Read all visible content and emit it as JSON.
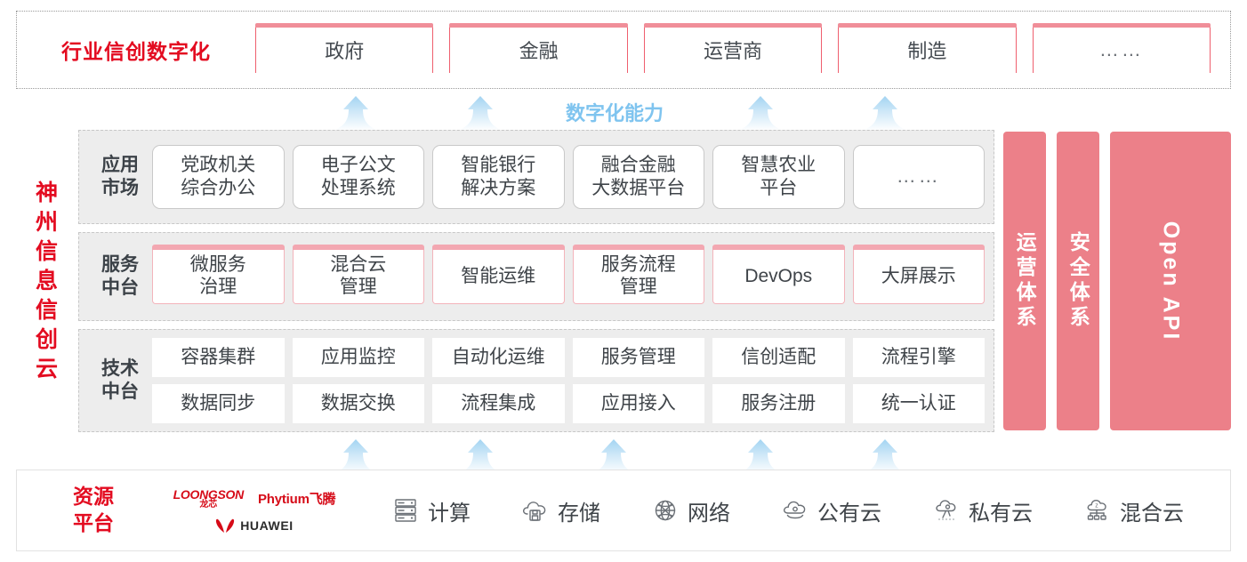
{
  "industry": {
    "title": "行业信创数字化",
    "cards": [
      "政府",
      "金融",
      "运营商",
      "制造",
      "……"
    ]
  },
  "capability": {
    "label": "数字化能力",
    "upper_arrow_count": 4,
    "lower_arrow_count": 5
  },
  "cloud": {
    "vertical_title": [
      "神",
      "州",
      "信",
      "息",
      "信",
      "创",
      "云"
    ],
    "layers": [
      {
        "label": "应用\n市场",
        "label_lines": [
          "应用",
          "市场"
        ],
        "cards": [
          "党政机关\n综合办公",
          "电子公文\n处理系统",
          "智能银行\n解决方案",
          "融合金融\n大数据平台",
          "智慧农业\n平台",
          "……"
        ],
        "card_lines": [
          [
            "党政机关",
            "综合办公"
          ],
          [
            "电子公文",
            "处理系统"
          ],
          [
            "智能银行",
            "解决方案"
          ],
          [
            "融合金融",
            "大数据平台"
          ],
          [
            "智慧农业",
            "平台"
          ],
          [
            "……"
          ]
        ]
      },
      {
        "label_lines": [
          "服务",
          "中台"
        ],
        "card_lines": [
          [
            "微服务",
            "治理"
          ],
          [
            "混合云",
            "管理"
          ],
          [
            "智能运维"
          ],
          [
            "服务流程",
            "管理"
          ],
          [
            "DevOps"
          ],
          [
            "大屏展示"
          ]
        ]
      },
      {
        "label_lines": [
          "技术",
          "中台"
        ],
        "row_one": [
          "容器集群",
          "应用监控",
          "自动化运维",
          "服务管理",
          "信创适配",
          "流程引擎"
        ],
        "row_two": [
          "数据同步",
          "数据交换",
          "流程集成",
          "应用接入",
          "服务注册",
          "统一认证"
        ]
      }
    ],
    "pillars": [
      {
        "text": "运营体系",
        "type": "cn"
      },
      {
        "text": "安全体系",
        "type": "cn"
      },
      {
        "text": "Open API",
        "type": "en"
      }
    ]
  },
  "resource": {
    "title_lines": [
      "资源",
      "平台"
    ],
    "vendors": [
      {
        "name": "LOONGSON",
        "cn": "龙芯",
        "id": "loongson"
      },
      {
        "name": "Phytium飞腾",
        "id": "phytium"
      },
      {
        "name": "HUAWEI",
        "id": "huawei"
      }
    ],
    "items": [
      {
        "label": "计算",
        "icon": "server-rack-icon"
      },
      {
        "label": "存储",
        "icon": "cloud-storage-icon"
      },
      {
        "label": "网络",
        "icon": "network-globe-icon"
      },
      {
        "label": "公有云",
        "icon": "public-cloud-icon"
      },
      {
        "label": "私有云",
        "icon": "private-cloud-icon"
      },
      {
        "label": "混合云",
        "icon": "hybrid-cloud-icon"
      }
    ]
  },
  "colors": {
    "brand_red": "#e30b20",
    "pink": "#ec8089",
    "card_pink_top": "#f3a7b1",
    "arrow_blue": "#a8d8f5",
    "capability_text": "#7fc4ef",
    "panel_gray": "#ededed"
  }
}
